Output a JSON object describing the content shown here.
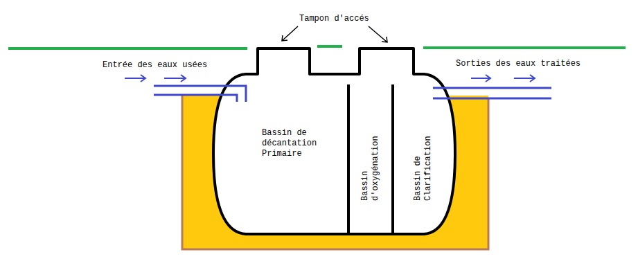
{
  "diagram": {
    "nodes": [
      {
        "text": [
          "Bassin de décantation Primaire"
        ]
      },
      {
        "text": [
          "Bassin d'oxygénation"
        ]
      },
      {
        "text": [
          "Bassin de Clarification"
        ]
      }
    ],
    "labels": [
      "Tampon d'accés",
      "Entrée des eaux usées",
      "Sorties des eaux traitées"
    ]
  }
}
